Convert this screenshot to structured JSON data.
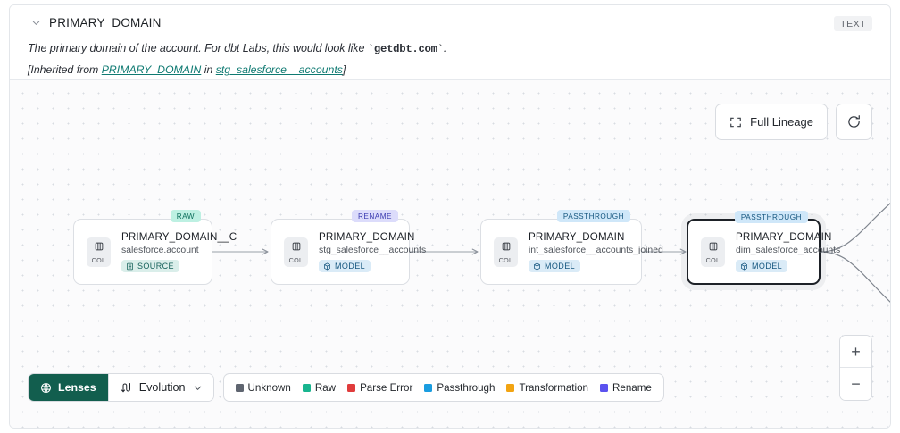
{
  "header": {
    "collapse_icon": "chevron-down-icon",
    "title": "PRIMARY_DOMAIN",
    "type_badge": "TEXT",
    "description_prefix": "The primary domain of the account. For dbt Labs, this would look like ",
    "description_code": "getdbt.com",
    "description_suffix": ".",
    "inherited_prefix": "[Inherited from ",
    "inherited_link1": "PRIMARY_DOMAIN",
    "inherited_mid": " in ",
    "inherited_link2": "stg_salesforce__accounts",
    "inherited_suffix": "]"
  },
  "canvas_controls": {
    "full_lineage_label": "Full Lineage",
    "full_lineage_icon": "expand-icon",
    "refresh_icon": "refresh-icon",
    "zoom_in_label": "+",
    "zoom_out_label": "−"
  },
  "graph": {
    "nodes": [
      {
        "badge": "RAW",
        "badge_class": "badge-raw",
        "chip_label": "COL",
        "title": "PRIMARY_DOMAIN__C",
        "subtitle": "salesforce.account",
        "kind": "SOURCE",
        "kind_class": "kind-source",
        "kind_icon": "database-icon",
        "selected": false
      },
      {
        "badge": "RENAME",
        "badge_class": "badge-rename",
        "chip_label": "COL",
        "title": "PRIMARY_DOMAIN",
        "subtitle": "stg_salesforce__accounts",
        "kind": "MODEL",
        "kind_class": "kind-model",
        "kind_icon": "cube-icon",
        "selected": false
      },
      {
        "badge": "PASSTHROUGH",
        "badge_class": "badge-passthrough",
        "chip_label": "COL",
        "title": "PRIMARY_DOMAIN",
        "subtitle": "int_salesforce__accounts_joined",
        "kind": "MODEL",
        "kind_class": "kind-model",
        "kind_icon": "cube-icon",
        "selected": false
      },
      {
        "badge": "PASSTHROUGH",
        "badge_class": "badge-passthrough",
        "chip_label": "COL",
        "title": "PRIMARY_DOMAIN",
        "subtitle": "dim_salesforce_accounts",
        "kind": "MODEL",
        "kind_class": "kind-model",
        "kind_icon": "cube-icon",
        "selected": true
      }
    ]
  },
  "bottom_bar": {
    "lenses_label": "Lenses",
    "lenses_icon": "lens-icon",
    "evolution_label": "Evolution",
    "evolution_icon": "evolution-icon",
    "evolution_chevron": "chevron-down-icon",
    "legend": [
      {
        "label": "Unknown",
        "color": "#5f6570"
      },
      {
        "label": "Raw",
        "color": "#19b58f"
      },
      {
        "label": "Parse Error",
        "color": "#e03c3c"
      },
      {
        "label": "Passthrough",
        "color": "#1a9de0"
      },
      {
        "label": "Transformation",
        "color": "#f2a412"
      },
      {
        "label": "Rename",
        "color": "#5b52ef"
      }
    ]
  }
}
